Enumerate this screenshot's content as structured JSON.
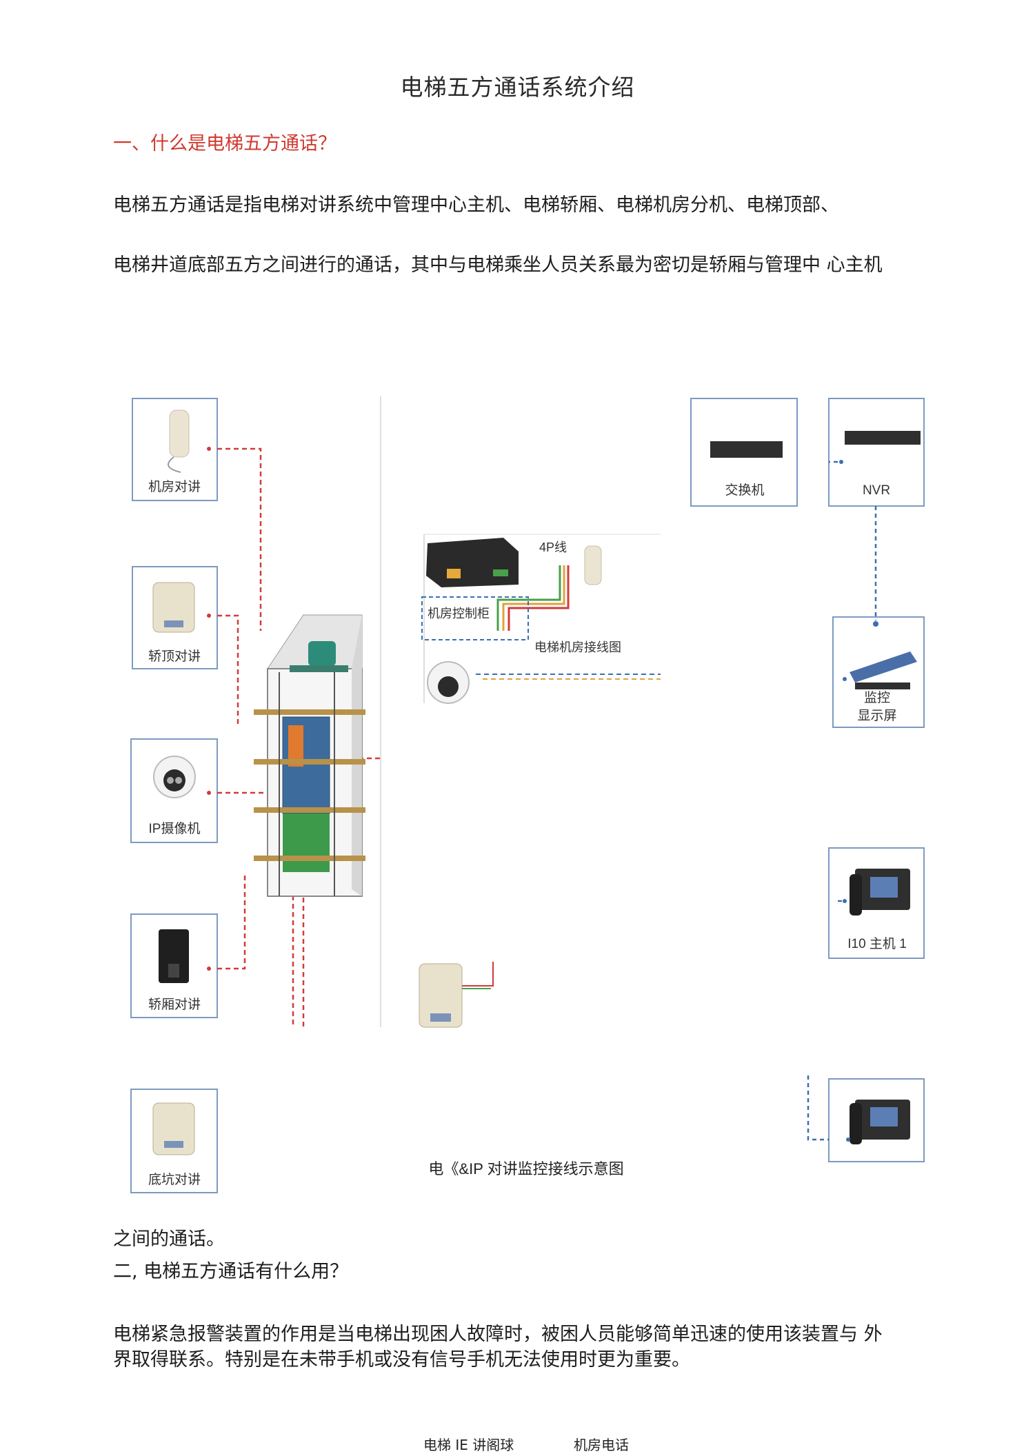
{
  "document": {
    "title": "电梯五方通话系统介绍",
    "section1_heading": "一、什么是电梯五方通话？",
    "para1_line1": "电梯五方通话是指电梯对讲系统中管理中心主机、电梯轿厢、电梯机房分机、电梯顶部、",
    "para1_line2": "电梯井道底部五方之间进行的通话，其中与电梯乘坐人员关系最为密切是轿厢与管理中  心主机",
    "para1_cont": "之间的通话。",
    "section2_heading": "二,    电梯五方通话有什么用？",
    "para2_line1": "电梯紧急报警装置的作用是当电梯出现困人故障时，被困人员能够简单迅速的使用该装置与  外",
    "para2_line2": "界取得联系。特别是在未带手机或没有信号手机无法使用时更为重要。",
    "bottom_left": "电梯 IE 讲阁球",
    "bottom_right": "机房电话"
  },
  "diagram": {
    "labels": {
      "machine_room_intercom": "机房对讲",
      "car_top_intercom": "轿顶对讲",
      "ip_camera": "IP摄像机",
      "car_intercom": "轿厢对讲",
      "pit_intercom": "底坑对讲",
      "switch": "交换机",
      "nvr": "NVR",
      "cable_4p": "4P线",
      "machine_cabinet": "机房控制柜",
      "machine_room_wiring": "电梯机房接线图",
      "monitor_line1": "监控",
      "monitor_line2": "显示屏",
      "host": "I10 主机 1",
      "caption": "电《&IP 对讲监控接线示意图"
    },
    "colors": {
      "box_border": "#7c9ac0",
      "red_line": "#d23a3a",
      "blue_line": "#3a6fb0",
      "orange_line": "#e2a13a",
      "green_line": "#49a04a"
    }
  }
}
